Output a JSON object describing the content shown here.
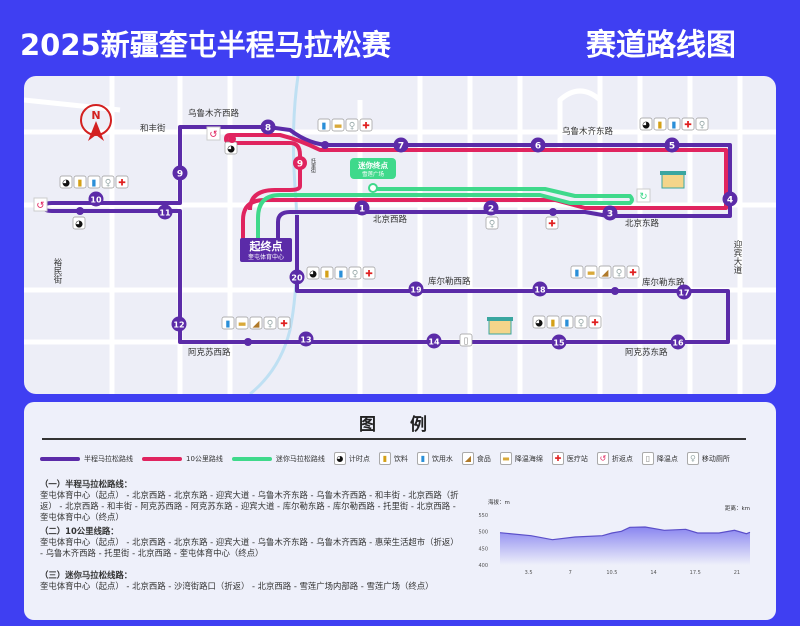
{
  "header": {
    "title": "2025新疆奎屯半程马拉松赛",
    "subtitle": "赛道路线图"
  },
  "colors": {
    "half": "#5b2ba8",
    "ten_k": "#e0245f",
    "mini": "#3fd98b",
    "background": "#3f3ff2",
    "river": "#bfe0f3"
  },
  "map": {
    "compass": "N",
    "roads": {
      "wlmq_west": "乌鲁木齐西路",
      "hefeng": "和丰街",
      "wlmq_east": "乌鲁木齐东路",
      "beijing_west": "北京西路",
      "beijing_east": "北京东路",
      "yingbin": "迎宾大道",
      "kel_west": "库尔勒西路",
      "kel_east": "库尔勒东路",
      "aks_west": "阿克苏西路",
      "aks_east": "阿克苏东路",
      "yumin": "裕民街",
      "tuoli": "托里街"
    },
    "start": {
      "label": "起终点",
      "venue": "奎屯体育中心"
    },
    "mini_finish": {
      "label": "迷你终点",
      "venue": "雪莲广场"
    },
    "km_markers": [
      "1",
      "2",
      "3",
      "4",
      "5",
      "6",
      "7",
      "8",
      "9",
      "10",
      "11",
      "12",
      "13",
      "14",
      "15",
      "16",
      "17",
      "18",
      "19",
      "20"
    ],
    "ten_k_markers": [
      "9"
    ],
    "stations": [
      [
        "timing",
        "drink",
        "water",
        "toilet",
        "medical"
      ],
      [
        "timing"
      ],
      [
        "timing"
      ],
      [
        "water",
        "sponge",
        "toilet",
        "medical"
      ],
      [
        "timing",
        "drink",
        "water",
        "medical",
        "toilet"
      ],
      [
        "medical"
      ],
      [
        "toilet"
      ],
      [
        "timing",
        "drink",
        "water",
        "toilet",
        "medical"
      ],
      [
        "water",
        "sponge",
        "food",
        "toilet",
        "medical"
      ],
      [
        "water",
        "sponge",
        "food",
        "toilet",
        "medical"
      ],
      [
        "timing",
        "drink",
        "water",
        "toilet",
        "medical"
      ],
      [
        "cooling"
      ]
    ]
  },
  "legend": {
    "title": "图 例",
    "lines": [
      {
        "label": "半程马拉松路线",
        "color": "#5b2ba8"
      },
      {
        "label": "10公里路线",
        "color": "#e0245f"
      },
      {
        "label": "迷你马拉松路线",
        "color": "#3fd98b"
      }
    ],
    "icons": [
      {
        "icon": "timing",
        "label": "计时点"
      },
      {
        "icon": "drink",
        "label": "饮料"
      },
      {
        "icon": "water",
        "label": "饮用水"
      },
      {
        "icon": "food",
        "label": "食品"
      },
      {
        "icon": "sponge",
        "label": "降温海绵"
      },
      {
        "icon": "medical",
        "label": "医疗站"
      },
      {
        "icon": "turnaround",
        "label": "折返点"
      },
      {
        "icon": "cooling",
        "label": "降温点"
      },
      {
        "icon": "toilet",
        "label": "移动厕所"
      }
    ],
    "routes": [
      {
        "title": "（一）半程马拉松路线：",
        "text": "奎屯体育中心（起点） - 北京西路 - 北京东路 - 迎宾大道 - 乌鲁木齐东路 - 乌鲁木齐西路 - 和丰街 - 北京西路（折返） - 北京西路 - 和丰街 - 阿克苏西路 - 阿克苏东路 - 迎宾大道 - 库尔勒东路 - 库尔勒西路 - 托里街 - 北京西路 - 奎屯体育中心（终点）"
      },
      {
        "title": "（二）10公里线路：",
        "text": "奎屯体育中心（起点） - 北京西路 - 北京东路 - 迎宾大道 - 乌鲁木齐东路 - 乌鲁木齐西路 - 惠荣生活超市（折返） - 乌鲁木齐西路 - 托里街 - 北京西路 - 奎屯体育中心（终点）"
      },
      {
        "title": "（三）迷你马拉松线路：",
        "text": "奎屯体育中心（起点） - 北京西路 - 沙湾街路口（折返） - 北京西路 - 雪莲广场内部路 - 雪莲广场（终点）"
      }
    ]
  },
  "chart_data": {
    "type": "area",
    "ylabel": "海拔：m",
    "xlabel": "距离：km",
    "yticks": [
      400,
      450,
      500,
      550
    ],
    "xticks": [
      3.5,
      7,
      10.5,
      14,
      17.5,
      21
    ],
    "ylim": [
      400,
      550
    ],
    "xlim": [
      1.1,
      22.1
    ],
    "x": [
      1.1,
      3.7,
      5.5,
      7.4,
      9.7,
      10.5,
      11.3,
      12,
      13.3,
      14.9,
      16.7,
      17.7,
      19.5,
      20.8,
      21.8,
      22.1
    ],
    "y": [
      497,
      488,
      476,
      484,
      488,
      496,
      501,
      513,
      514,
      504,
      507,
      496,
      496,
      504,
      494,
      498
    ],
    "grid": false,
    "color": "#5b4fc9"
  }
}
